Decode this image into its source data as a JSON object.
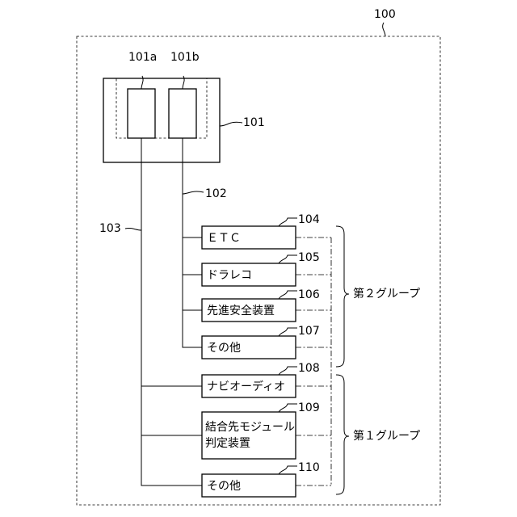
{
  "ref_labels": {
    "system": "100",
    "controller": "101",
    "port_a": "101a",
    "port_b": "101b",
    "bus_second": "102",
    "bus_first": "103"
  },
  "devices": {
    "etc": {
      "label": "ＥＴＣ",
      "ref": "104"
    },
    "dashcam": {
      "label": "ドラレコ",
      "ref": "105"
    },
    "adas": {
      "label": "先進安全装置",
      "ref": "106"
    },
    "other_second": {
      "label": "その他",
      "ref": "107"
    },
    "navi": {
      "label": "ナビオーディオ",
      "ref": "108"
    },
    "judge": {
      "label_line1": "結合先モジュール",
      "label_line2": "判定装置",
      "ref": "109"
    },
    "other_first": {
      "label": "その他",
      "ref": "110"
    }
  },
  "groups": {
    "second": "第２グループ",
    "first": "第１グループ"
  }
}
